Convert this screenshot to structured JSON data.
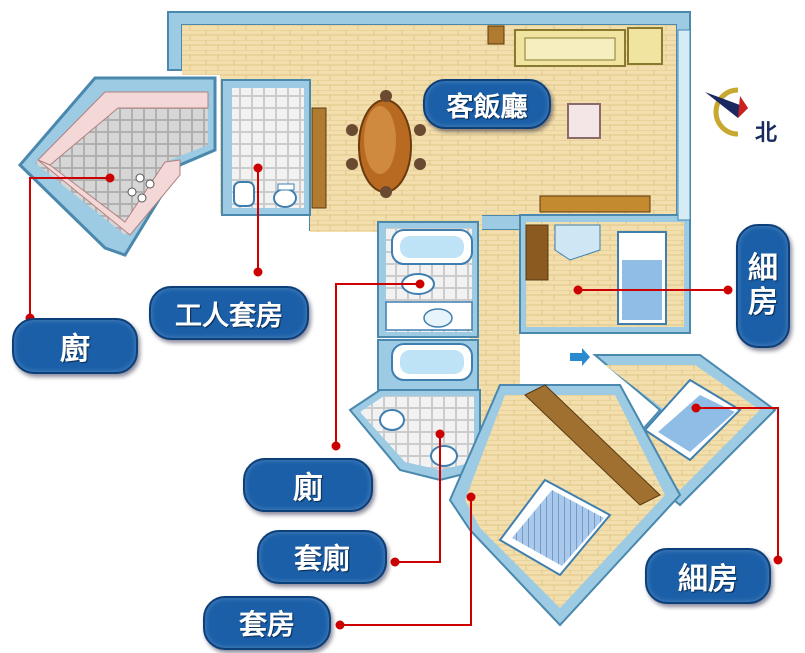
{
  "rooms": {
    "living_dining": "客飯廳",
    "servant_suite": "工人套房",
    "kitchen": "廚",
    "toilet": "廁",
    "ensuite_toilet": "套廁",
    "master_suite": "套房",
    "small_room_1": [
      "細",
      "房"
    ],
    "small_room_2": "細房"
  },
  "compass": {
    "label": "北",
    "icon": "compass-icon"
  },
  "colors": {
    "badge": "#1a5fa8",
    "leader_line": "#cc0000",
    "wall": "#6aa6c8",
    "wood_floor": "#f3dfb0",
    "tile_floor": "#c8c8c8",
    "bed": "#8fb8e0"
  }
}
